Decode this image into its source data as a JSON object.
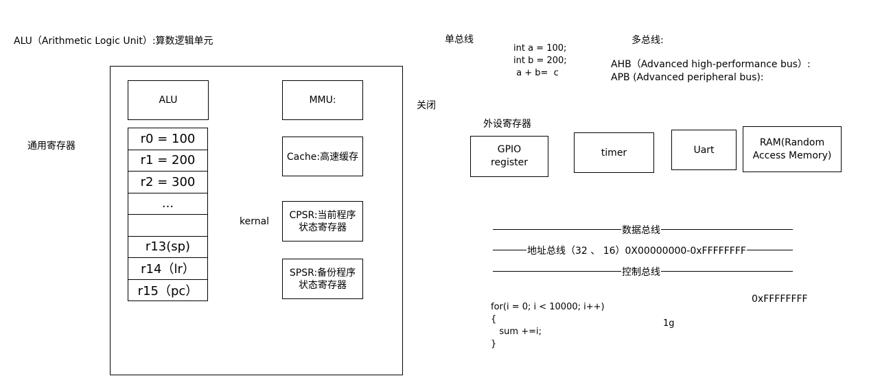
{
  "header": {
    "alu_title": "ALU（Arithmetic Logic Unit）:算数逻辑单元",
    "single_bus": "单总线",
    "multi_bus": "多总线:"
  },
  "code_top": [
    "int a = 100;",
    "int b = 200;",
    " a + b=  c"
  ],
  "multi_bus_items": [
    "AHB（Advanced high-performance bus）:",
    "APB (Advanced peripheral bus):"
  ],
  "labels": {
    "close": "关闭",
    "general_registers": "通用寄存器",
    "kernal": "kernal",
    "peripheral_registers": "外设寄存器",
    "hex_value": "0xFFFFFFFF",
    "size": "1g"
  },
  "cpu": {
    "alu": "ALU",
    "mmu": "MMU:",
    "cache": "Cache:高速缓存",
    "cpsr_line1": "CPSR:当前程序",
    "cpsr_line2": "状态寄存器",
    "spsr_line1": "SPSR:备份程序",
    "spsr_line2": "状态寄存器",
    "registers": [
      "r0 = 100",
      "r1 = 200",
      "r2 = 300",
      "...",
      "",
      "r13(sp)",
      "r14（lr）",
      "r15（pc）"
    ]
  },
  "peripherals": {
    "gpio_line1": "GPIO",
    "gpio_line2": "register",
    "timer": "timer",
    "uart": "Uart",
    "ram_line1": "RAM(Random",
    "ram_line2": "Access Memory)"
  },
  "buses": {
    "data": "数据总线",
    "address": "地址总线（32 、 16）0X00000000-0xFFFFFFFF",
    "control": "控制总线"
  },
  "code_loop": [
    "for(i = 0; i < 10000; i++)",
    "{",
    "   sum +=i;",
    "}"
  ]
}
